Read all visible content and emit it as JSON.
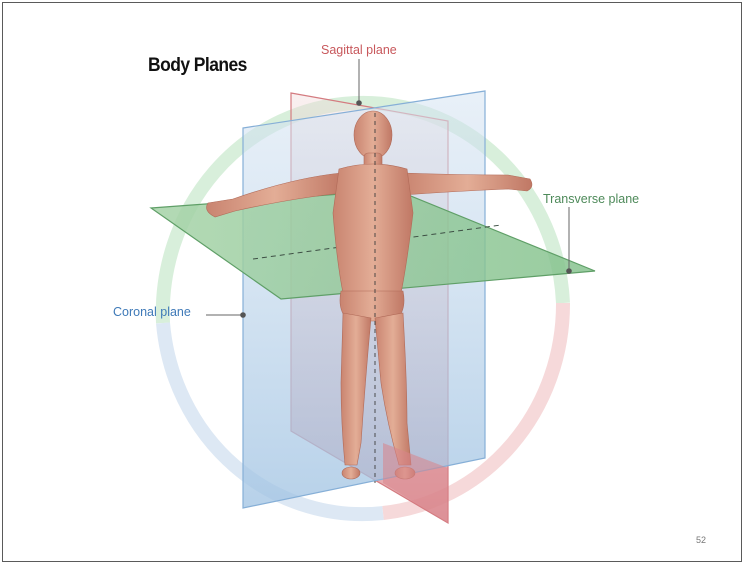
{
  "slide": {
    "title": "Body Planes",
    "page_number": "52"
  },
  "labels": {
    "sagittal": "Sagittal plane",
    "transverse": "Transverse plane",
    "coronal": "Coronal plane"
  },
  "colors": {
    "sagittal": "#c8585c",
    "transverse": "#4e8a5a",
    "coronal": "#3f7ab8",
    "skin": "#d89a82"
  }
}
